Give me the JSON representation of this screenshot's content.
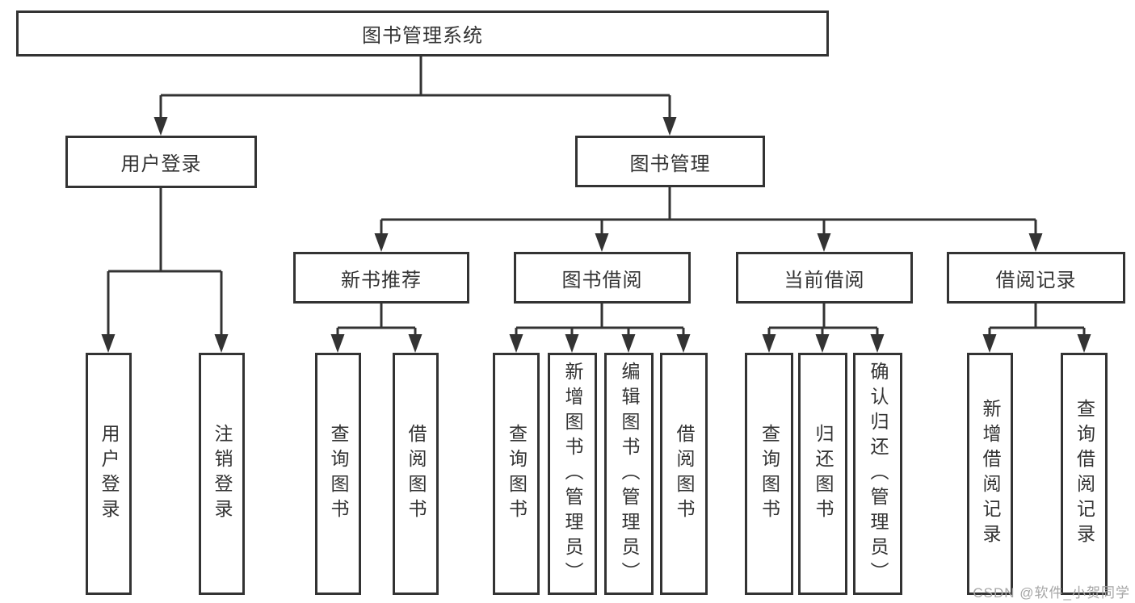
{
  "tree": {
    "root": {
      "label": "图书管理系统"
    },
    "children": [
      {
        "label": "用户登录",
        "children": [
          {
            "label": "用户登录"
          },
          {
            "label": "注销登录"
          }
        ]
      },
      {
        "label": "图书管理",
        "children": [
          {
            "label": "新书推荐",
            "children": [
              {
                "label": "查询图书"
              },
              {
                "label": "借阅图书"
              }
            ]
          },
          {
            "label": "图书借阅",
            "children": [
              {
                "label": "查询图书"
              },
              {
                "label": "新增图书（管理员）"
              },
              {
                "label": "编辑图书（管理员）"
              },
              {
                "label": "借阅图书"
              }
            ]
          },
          {
            "label": "当前借阅",
            "children": [
              {
                "label": "查询图书"
              },
              {
                "label": "归还图书"
              },
              {
                "label": "确认归还（管理员）"
              }
            ]
          },
          {
            "label": "借阅记录",
            "children": [
              {
                "label": "新增借阅记录"
              },
              {
                "label": "查询借阅记录"
              }
            ]
          }
        ]
      }
    ]
  },
  "watermark": {
    "text": "CSDN @软件_小贺同学"
  },
  "colors": {
    "line": "#333333",
    "text": "#333333",
    "box_background": "#ffffff",
    "watermark": "#a6a6a6"
  }
}
